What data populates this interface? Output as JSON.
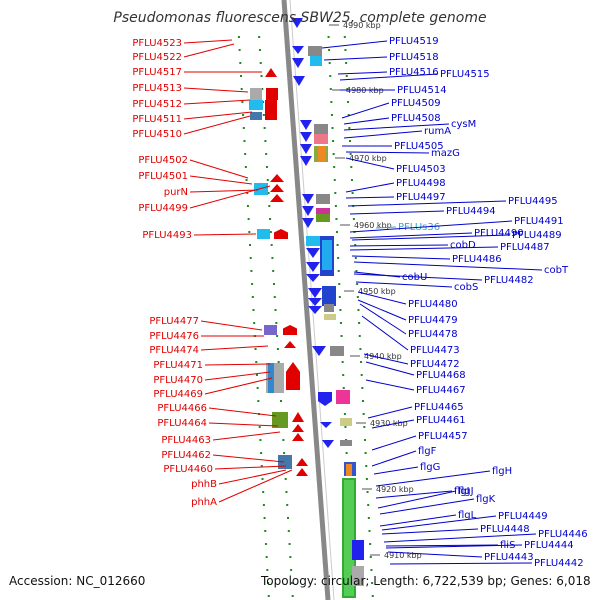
{
  "title": "Pseudomonas fluorescens SBW25, complete genome",
  "footer": {
    "accession": "Accession: NC_012660",
    "summary": "Topology: circular; Length: 6,722,539 bp; Genes: 6,018"
  },
  "colors": {
    "forward_strand": "#e00000",
    "reverse_strand": "#0000cc",
    "rna": "#33aacc",
    "genome_line": "#888888",
    "guide_dots": "#228822"
  },
  "bp_ticks": [
    "4990 kbp",
    "4980 kbp",
    "4970 kbp",
    "4960 kbp",
    "4950 kbp",
    "4940 kbp",
    "4930 kbp",
    "4920 kbp",
    "4910 kbp"
  ],
  "left_labels": [
    "PFLU4523",
    "PFLU4522",
    "PFLU4517",
    "PFLU4513",
    "PFLU4512",
    "PFLU4511",
    "PFLU4510",
    "PFLU4502",
    "PFLU4501",
    "purN",
    "PFLU4499",
    "PFLU4493",
    "PFLU4477",
    "PFLU4476",
    "PFLU4474",
    "PFLU4471",
    "PFLU4470",
    "PFLU4469",
    "PFLU4466",
    "PFLU4464",
    "PFLU4463",
    "PFLU4462",
    "PFLU4460",
    "phhB",
    "phhA"
  ],
  "right_labels": [
    "PFLU4519",
    "PFLU4518",
    "PFLU4516",
    "PFLU4515",
    "PFLU4514",
    "PFLU4509",
    "PFLU4508",
    "cysM",
    "rumA",
    "PFLU4505",
    "mazG",
    "PFLU4503",
    "PFLU4498",
    "PFLU4497",
    "PFLU4495",
    "PFLU4494",
    "PFLUs36",
    "PFLU4491",
    "PFLU4490",
    "PFLU4489",
    "cobD",
    "PFLU4487",
    "PFLU4486",
    "cobT",
    "cobU",
    "PFLU4482",
    "cobS",
    "PFLU4480",
    "PFLU4479",
    "PFLU4478",
    "PFLU4473",
    "PFLU4472",
    "PFLU4468",
    "PFLU4467",
    "PFLU4465",
    "PFLU4461",
    "PFLU4457",
    "flgF",
    "flgG",
    "flgH",
    "flgI",
    "flgJ",
    "flgK",
    "flgL",
    "PFLU4449",
    "PFLU4448",
    "PFLU4446",
    "fliS",
    "PFLU4444",
    "PFLU4443",
    "PFLU4442"
  ]
}
